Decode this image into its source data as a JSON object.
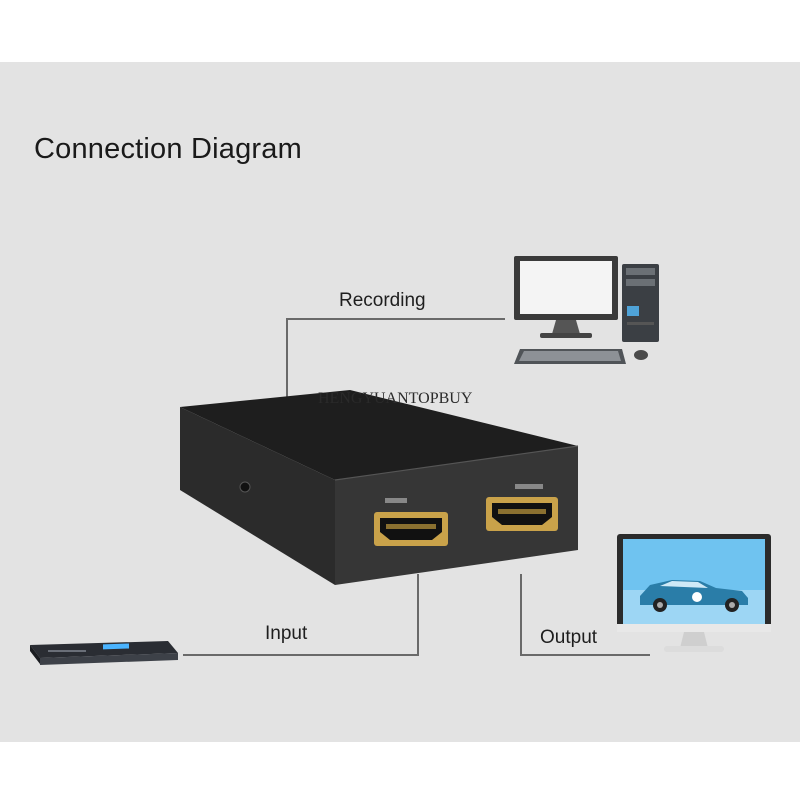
{
  "diagram": {
    "title": "Connection Diagram",
    "watermark": "HENGYUANTOPBUY",
    "labels": {
      "recording": "Recording",
      "input": "Input",
      "output": "Output"
    },
    "nodes": [
      {
        "id": "computer",
        "icon": "desktop-computer-icon"
      },
      {
        "id": "capture-box",
        "icon": "hdmi-capture-box-icon"
      },
      {
        "id": "dvd-player",
        "icon": "dvd-player-icon"
      },
      {
        "id": "monitor",
        "icon": "monitor-icon"
      }
    ],
    "edges": [
      {
        "from": "capture-box",
        "to": "computer",
        "label": "Recording"
      },
      {
        "from": "dvd-player",
        "to": "capture-box",
        "label": "Input"
      },
      {
        "from": "capture-box",
        "to": "monitor",
        "label": "Output"
      }
    ],
    "colors": {
      "background": "#e3e3e3",
      "line": "#6a6a6a",
      "box": "#2b2b2b",
      "hdmi_gold": "#c9a24a"
    }
  }
}
